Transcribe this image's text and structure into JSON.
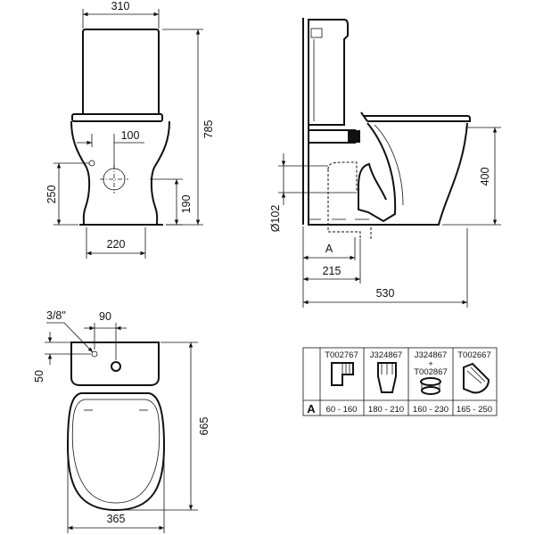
{
  "front_view": {
    "dims": {
      "width": "310",
      "height": "785",
      "outlet_offset": "100",
      "outlet_height": "250",
      "foot_height": "190",
      "base_width": "220"
    }
  },
  "side_view": {
    "dims": {
      "seat_height": "400",
      "pipe_diameter": "Ø102",
      "variable": "A",
      "outlet_distance": "215",
      "depth": "530"
    }
  },
  "top_view": {
    "dims": {
      "inlet_size": "3/8\"",
      "inlet_offset": "90",
      "inlet_depth": "50",
      "length": "665",
      "width": "365"
    }
  },
  "fittings_table": {
    "row_label": "A",
    "columns": [
      {
        "code": "T002767",
        "range": "60 - 160"
      },
      {
        "code": "J324867",
        "range": "180 - 210"
      },
      {
        "code": "J324867",
        "plus": "+",
        "code2": "T002867",
        "range": "160 - 230"
      },
      {
        "code": "T002667",
        "range": "165 - 250"
      }
    ]
  }
}
